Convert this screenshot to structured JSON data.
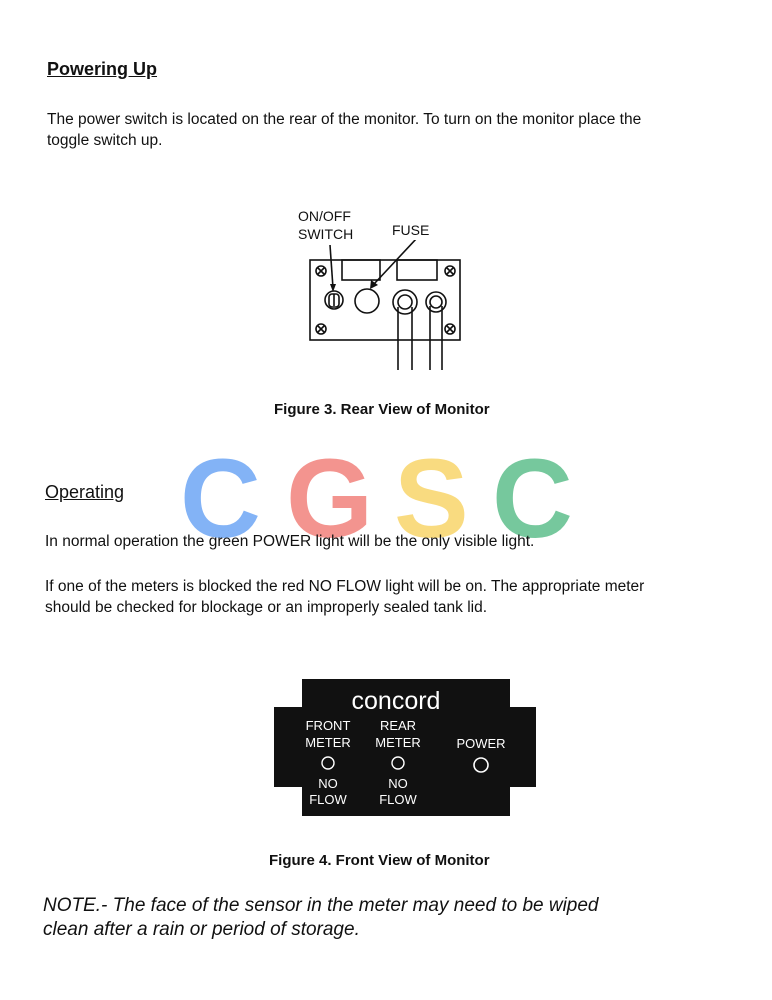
{
  "section1": {
    "heading": "Powering Up",
    "para_line1": "The power switch is located on the rear of the monitor.  To turn on the monitor place the",
    "para_line2": "toggle switch up."
  },
  "figure3": {
    "label_onoff_line1": "ON/OFF",
    "label_onoff_line2": "SWITCH",
    "label_fuse": "FUSE",
    "caption": "Figure 3. Rear View of Monitor"
  },
  "section2": {
    "heading": "Operating",
    "para1": "In normal operation the green POWER light will be the only visible light.",
    "para2_line1": "If one of the meters is blocked the red NO FLOW light will be on.  The appropriate meter",
    "para2_line2": "should be checked for blockage or an improperly sealed tank lid."
  },
  "figure4": {
    "brand": "concord",
    "front_line1": "FRONT",
    "front_line2": "METER",
    "rear_line1": "REAR",
    "rear_line2": "METER",
    "power": "POWER",
    "noflow1_line1": "NO",
    "noflow1_line2": "FLOW",
    "noflow2_line1": "NO",
    "noflow2_line2": "FLOW",
    "caption": "Figure 4. Front View of Monitor"
  },
  "note": {
    "line1": "NOTE.- The face of the sensor in the meter may need to be wiped",
    "line2": "clean after a rain or period of storage."
  },
  "watermark": {
    "text": "CGSC",
    "colors": [
      "#6ea6f5",
      "#f2827c",
      "#f9d56b",
      "#5fbf8c"
    ]
  }
}
